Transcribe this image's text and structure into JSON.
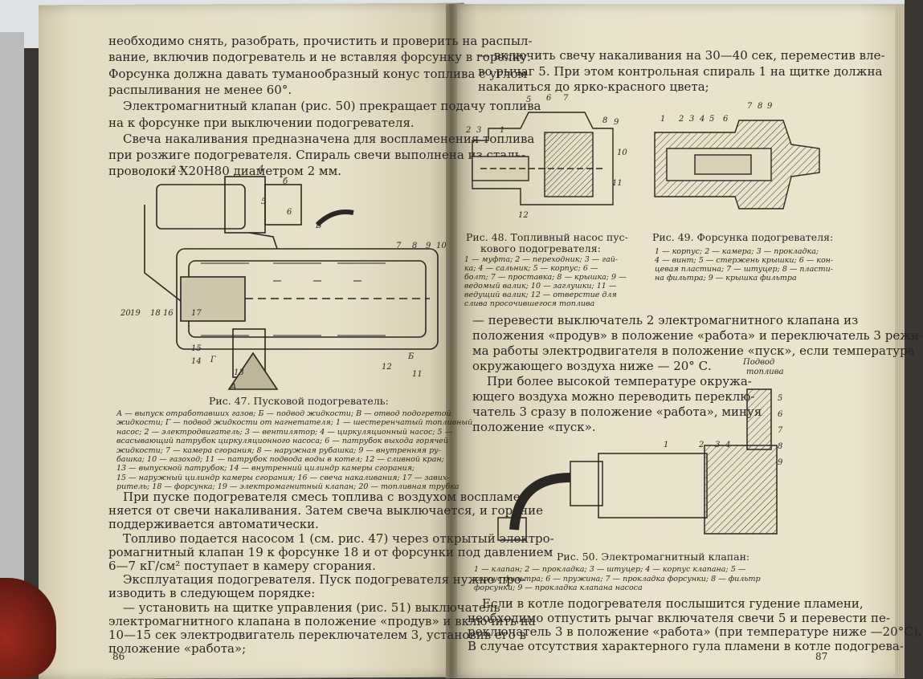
{
  "left_page": {
    "lines_top": [
      "необходимо снять, разобрать, прочистить и проверить на распыл-",
      "вание, включив подогреватель и не вставляя форсунку в горелку.",
      "Форсунка должна давать туманообразный конус топлива с углом",
      "распыливания не менее 60°.",
      "Электромагнитный клапан (рис. 50) прекращает подачу топлива",
      "на к форсунке при выключении подогревателя.",
      "Свеча накаливания предназначена для воспламенения топлива",
      "при розжиге подогревателя. Спираль свечи выполнена из сталь-",
      "проволоки Х20Н80 диаметром 2 мм."
    ],
    "fig_labels": [
      "1",
      "2",
      "3",
      "4",
      "б",
      "5",
      "6",
      "В",
      "7",
      "8",
      "9",
      "10",
      "20",
      "19",
      "18",
      "16",
      "17",
      "15",
      "14",
      "13",
      "12",
      "11",
      "А",
      "Г",
      "Б"
    ],
    "fig_caption": "Рис. 47. Пусковой подогреватель:",
    "legend": [
      "А — выпуск отработавших газов; Б — подвод жидкости; В — отвод подогретой",
      "жидкости; Г — подвод жидкости от нагнетателя; 1 — шестеренчатый топливный",
      "насос; 2 — электродвигатель; 3 — вентилятор; 4 — циркуляционный насос; 5 —",
      "всасывающий патрубок циркуляционного насоса; 6 — патрубок выхода горячей",
      "жидкости; 7 — камера сгорания; 8 — наружная рубашка; 9 — внутренняя ру-",
      "башка; 10 — газоход; 11 — патрубок подвода воды в котел; 12 — сливной кран;",
      "13 — выпускной патрубок; 14 — внутренний цилиндр камеры сгорания;",
      "15 — наружный цилиндр камеры сгорания; 16 — свеча накаливания; 17 — завих-",
      "ритель; 18 — форсунка; 19 — электромагнитный клапан; 20 — топливная трубка"
    ],
    "lines_bottom": [
      "При пуске подогревателя смесь топлива с воздухом воспламе-",
      "няется от свечи накаливания. Затем свеча выключается, и горение",
      "поддерживается автоматически.",
      "Топливо подается насосом 1 (см. рис. 47) через открытый электро-",
      "ромагнитный клапан 19 к форсунке 18 и от форсунки под давлением",
      "6—7 кГ/см² поступает в камеру сгорания.",
      "Эксплуатация подогревателя. Пуск подогревателя нужно про-",
      "изводить в следующем порядке:",
      "— установить на щитке управления (рис. 51) выключатель",
      "электромагнитного клапана в положение «продув» и включить на",
      "10—15 сек электродвигатель переключателем 3, установив его в",
      "положение «работа»;"
    ],
    "page_number": "86"
  },
  "right_page": {
    "lines_top": [
      "— включить свечу накаливания на 30—40 сек, переместив вле-",
      "во рычаг 5. При этом контрольная спираль 1 на щитке должна",
      "накалиться до ярко-красного цвета;"
    ],
    "fig48_labels": [
      "5",
      "6",
      "7",
      "2",
      "3",
      "1",
      "8",
      "9",
      "10",
      "11",
      "12"
    ],
    "fig48_caption": [
      "Рис. 48. Топливный насос пус-",
      "кового подогревателя:"
    ],
    "fig48_legend": [
      "1 — муфта; 2 — переходник; 3 — гай-",
      "ка; 4 — сальник; 5 — корпус; 6 —",
      "болт; 7 — проставка; 8 — крышка; 9 —",
      "ведомый валик; 10 — заглушки; 11 —",
      "ведущий валик; 12 — отверстие для",
      "слива просочившегося топлива"
    ],
    "fig49_labels": [
      "1",
      "2",
      "3",
      "4",
      "5",
      "6",
      "7",
      "8",
      "9"
    ],
    "fig49_caption": "Рис. 49. Форсунка подогревателя:",
    "fig49_legend": [
      "1 — корпус; 2 — камера; 3 — прокладка;",
      "4 — винт; 5 — стержень крышки; 6 — кон-",
      "цевая пластина; 7 — штуцер; 8 — пласти-",
      "на фильтра; 9 — крышка фильтра"
    ],
    "lines_mid": [
      "— перевести выключатель 2 электромагнитного клапана из",
      "положения «продув» в положение «работа» и переключатель 3 режи-",
      "ма работы электродвигателя в положение «пуск», если температура",
      "окружающего воздуха ниже — 20° С.",
      "При более высокой температуре окружа-",
      "ющего воздуха можно переводить переклю-",
      "чатель 3 сразу в положение «работа», минуя",
      "положение «пуск»."
    ],
    "fig50_top_label": [
      "Подвод",
      "топлива"
    ],
    "fig50_labels": [
      "1",
      "2",
      "3",
      "4",
      "5",
      "6",
      "7",
      "8",
      "9"
    ],
    "fig50_caption": "Рис. 50. Электромагнитный клапан:",
    "fig50_legend": [
      "1 — клапан; 2 — прокладка; 3 — штуцер; 4 — корпус клапана; 5 —",
      "корпус фильтра; 6 — пружина; 7 — прокладка форсунки; 8 — фильтр",
      "форсунки; 9 — прокладка клапана насоса"
    ],
    "lines_bottom": [
      "Если в котле подогревателя послышится гудение пламени,",
      "необходимо отпустить рычаг включателя свечи 5 и перевести пе-",
      "реключатель 3 в положение «работа» (при температуре ниже —20°С).",
      "В случае отсутствия характерного гула пламени в котле подогрева-"
    ],
    "page_number": "87"
  }
}
